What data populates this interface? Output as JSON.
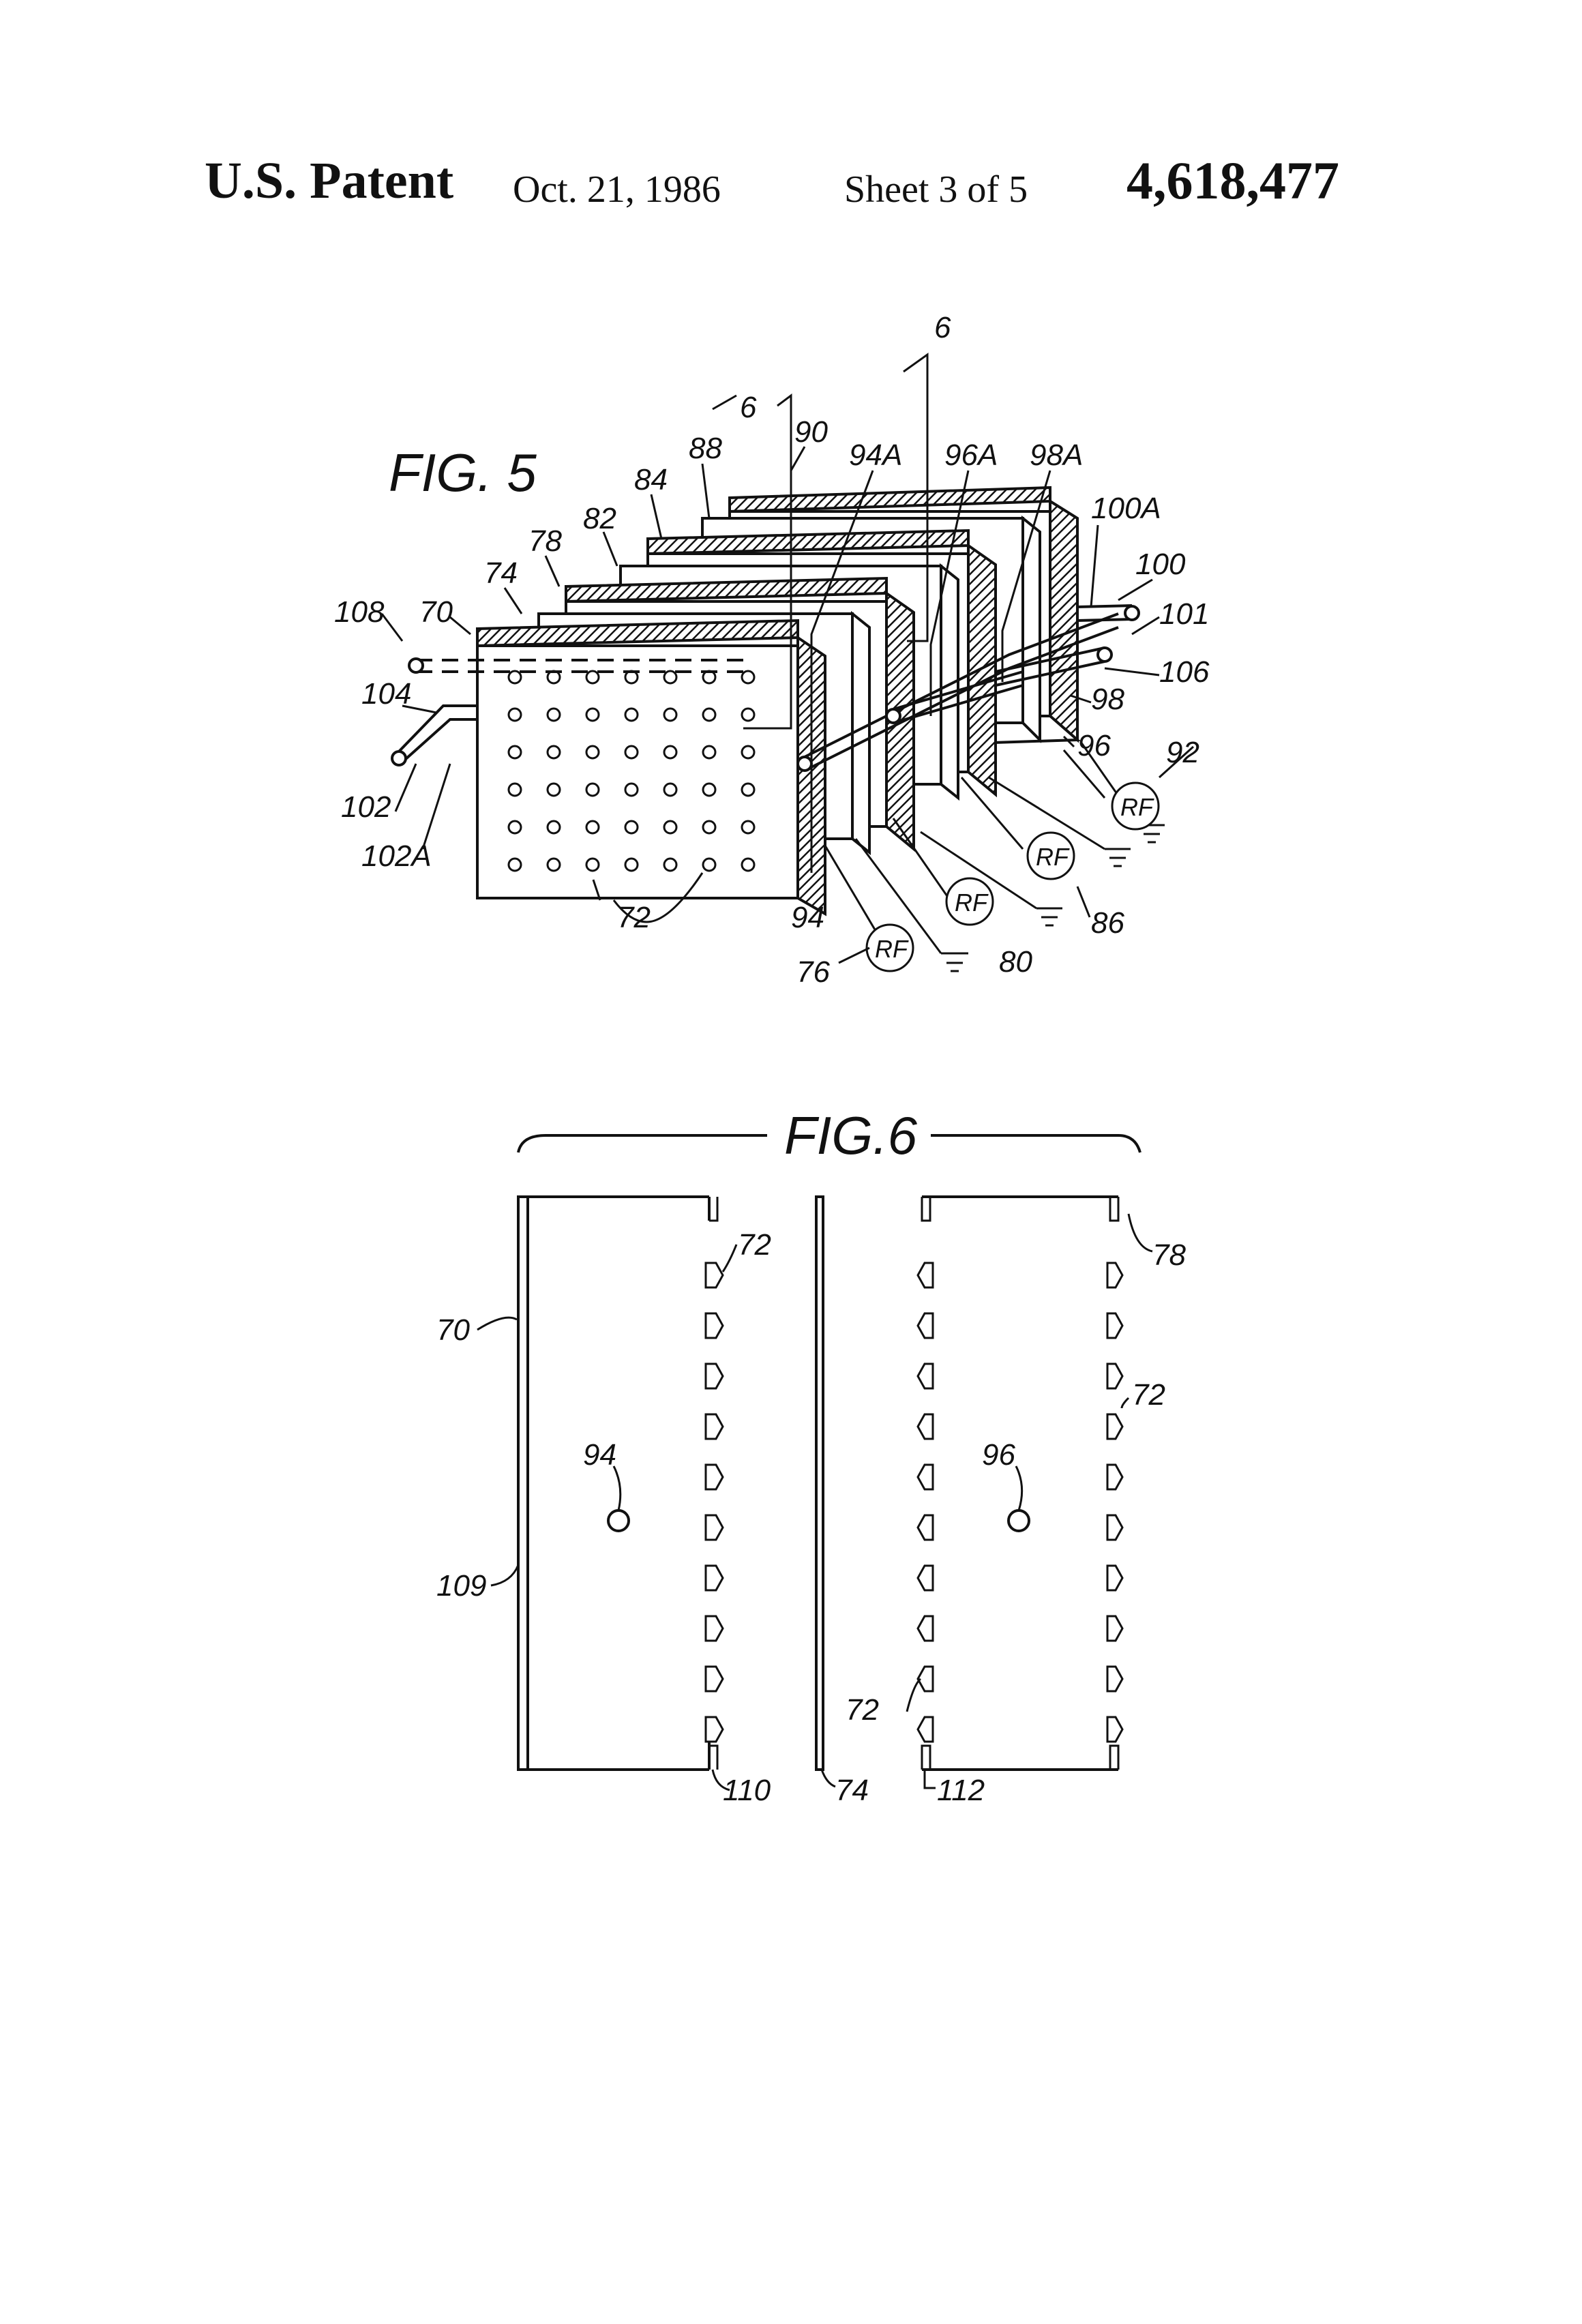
{
  "header": {
    "patent_label": "U.S. Patent",
    "date": "Oct. 21, 1986",
    "sheet": "Sheet 3 of 5",
    "patent_number": "4,618,477"
  },
  "fig5": {
    "title": "FIG. 5",
    "section_marks": [
      "6",
      "6"
    ],
    "labels": {
      "l90": "90",
      "l88": "88",
      "l94A": "94A",
      "l96A": "96A",
      "l98A": "98A",
      "l84": "84",
      "l82": "82",
      "l100A": "100A",
      "l78": "78",
      "l100": "100",
      "l74": "74",
      "l101": "101",
      "l108": "108",
      "l70": "70",
      "l106": "106",
      "l104": "104",
      "l98": "98",
      "l96": "96",
      "l92": "92",
      "l102": "102",
      "l102A": "102A",
      "l86": "86",
      "l72": "72",
      "l94": "94",
      "l80": "80",
      "l76": "76"
    },
    "rf_label": "RF"
  },
  "fig6": {
    "title": "FIG.6",
    "labels": {
      "l72a": "72",
      "l78": "78",
      "l70": "70",
      "l72b": "72",
      "l94": "94",
      "l96": "96",
      "l109": "109",
      "l72c": "72",
      "l110": "110",
      "l74": "74",
      "l112": "112"
    }
  }
}
